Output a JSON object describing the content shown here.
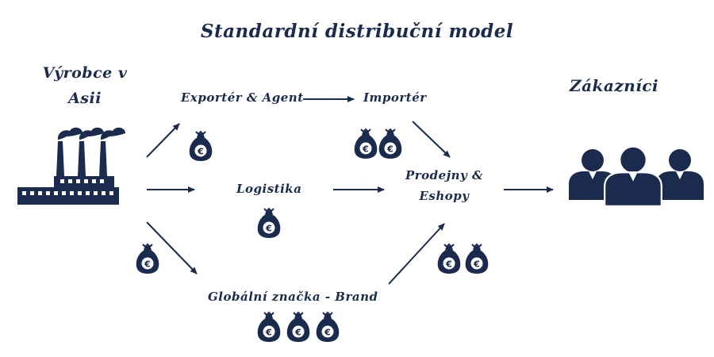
{
  "title": "Standardní distribuční model",
  "producer": "Výrobce v Asii",
  "customers": "Zákazníci",
  "nodes": {
    "exporter": "Exportér & Agent",
    "importer": "Importér",
    "logistics": "Logistika",
    "shops": "Prodejny & Eshopy",
    "brand": "Globální značka - Brand"
  },
  "currency_symbol": "€",
  "colors": {
    "primary": "#1b2b4d",
    "background": "#ffffff"
  },
  "icons": [
    "factory-icon",
    "money-bag-icon",
    "people-group-icon",
    "arrow-icon"
  ]
}
